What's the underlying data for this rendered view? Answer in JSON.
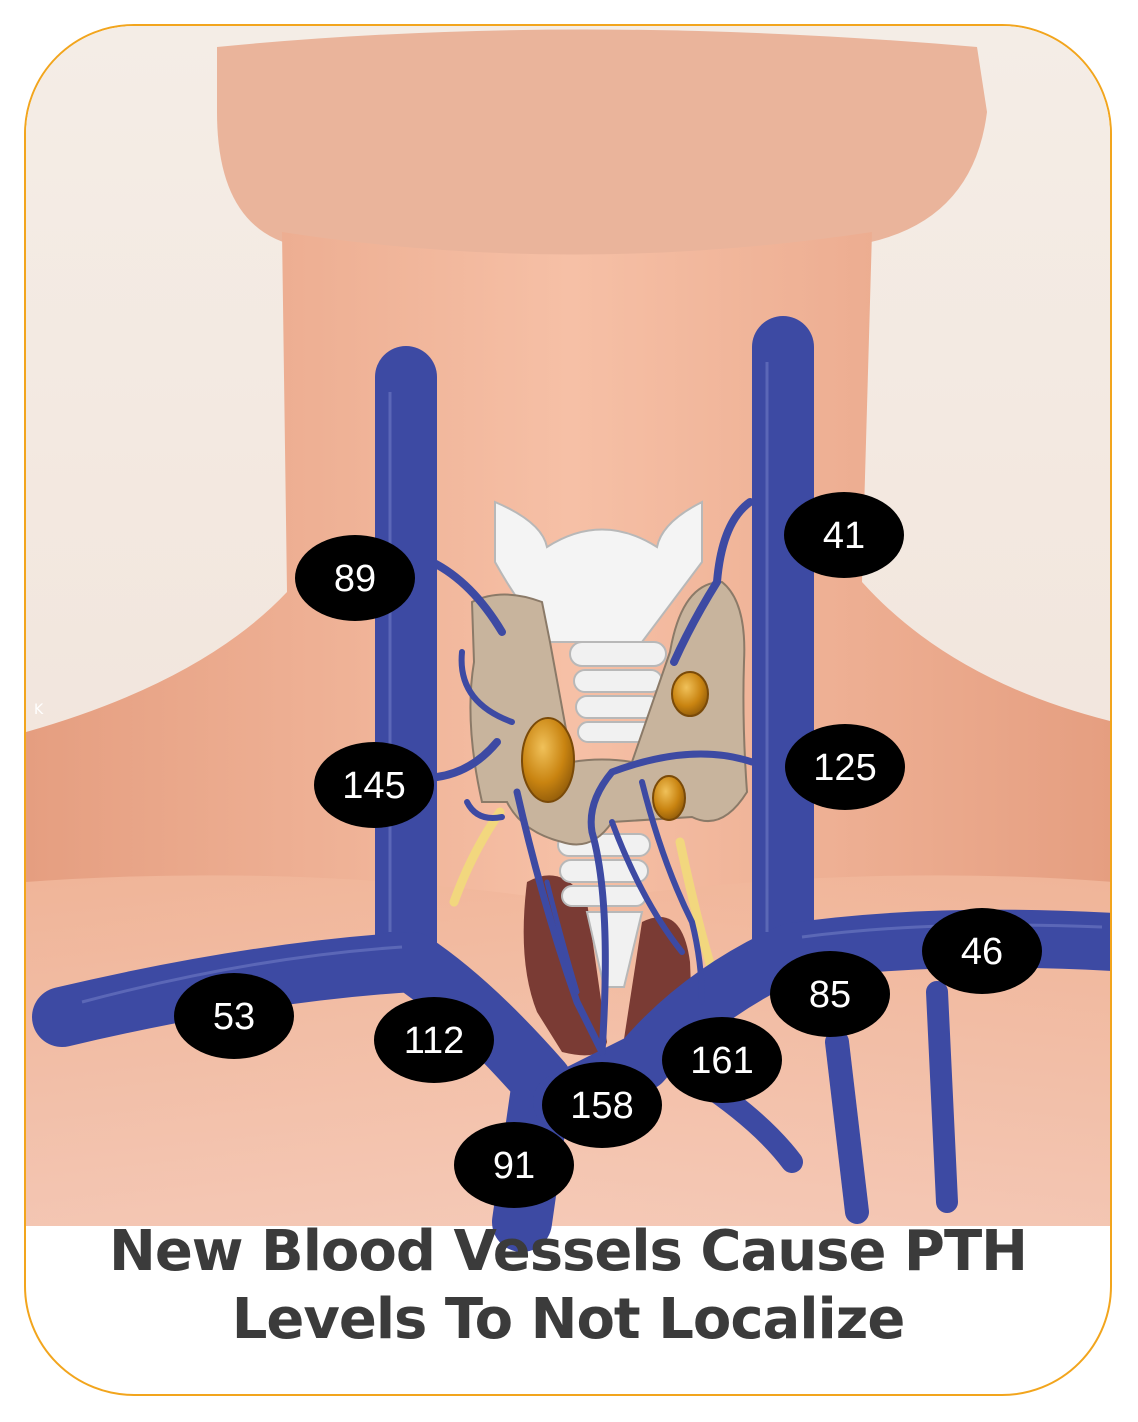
{
  "caption": {
    "line1": "New Blood Vessels Cause PTH",
    "line2": "Levels To Not Localize"
  },
  "corner_mark": "K",
  "labels": [
    {
      "id": "89",
      "text": "89"
    },
    {
      "id": "41",
      "text": "41"
    },
    {
      "id": "145",
      "text": "145"
    },
    {
      "id": "125",
      "text": "125"
    },
    {
      "id": "46",
      "text": "46"
    },
    {
      "id": "53",
      "text": "53"
    },
    {
      "id": "85",
      "text": "85"
    },
    {
      "id": "112",
      "text": "112"
    },
    {
      "id": "161",
      "text": "161"
    },
    {
      "id": "158",
      "text": "158"
    },
    {
      "id": "91",
      "text": "91"
    }
  ],
  "colors": {
    "frame": "#f2a51d",
    "vein": "#3d4aa3",
    "skin": "#eeb194",
    "thyroid": "#c8b49d",
    "adenoma": "#c98411",
    "label_bg": "#000000",
    "caption": "#3b3b3b"
  }
}
